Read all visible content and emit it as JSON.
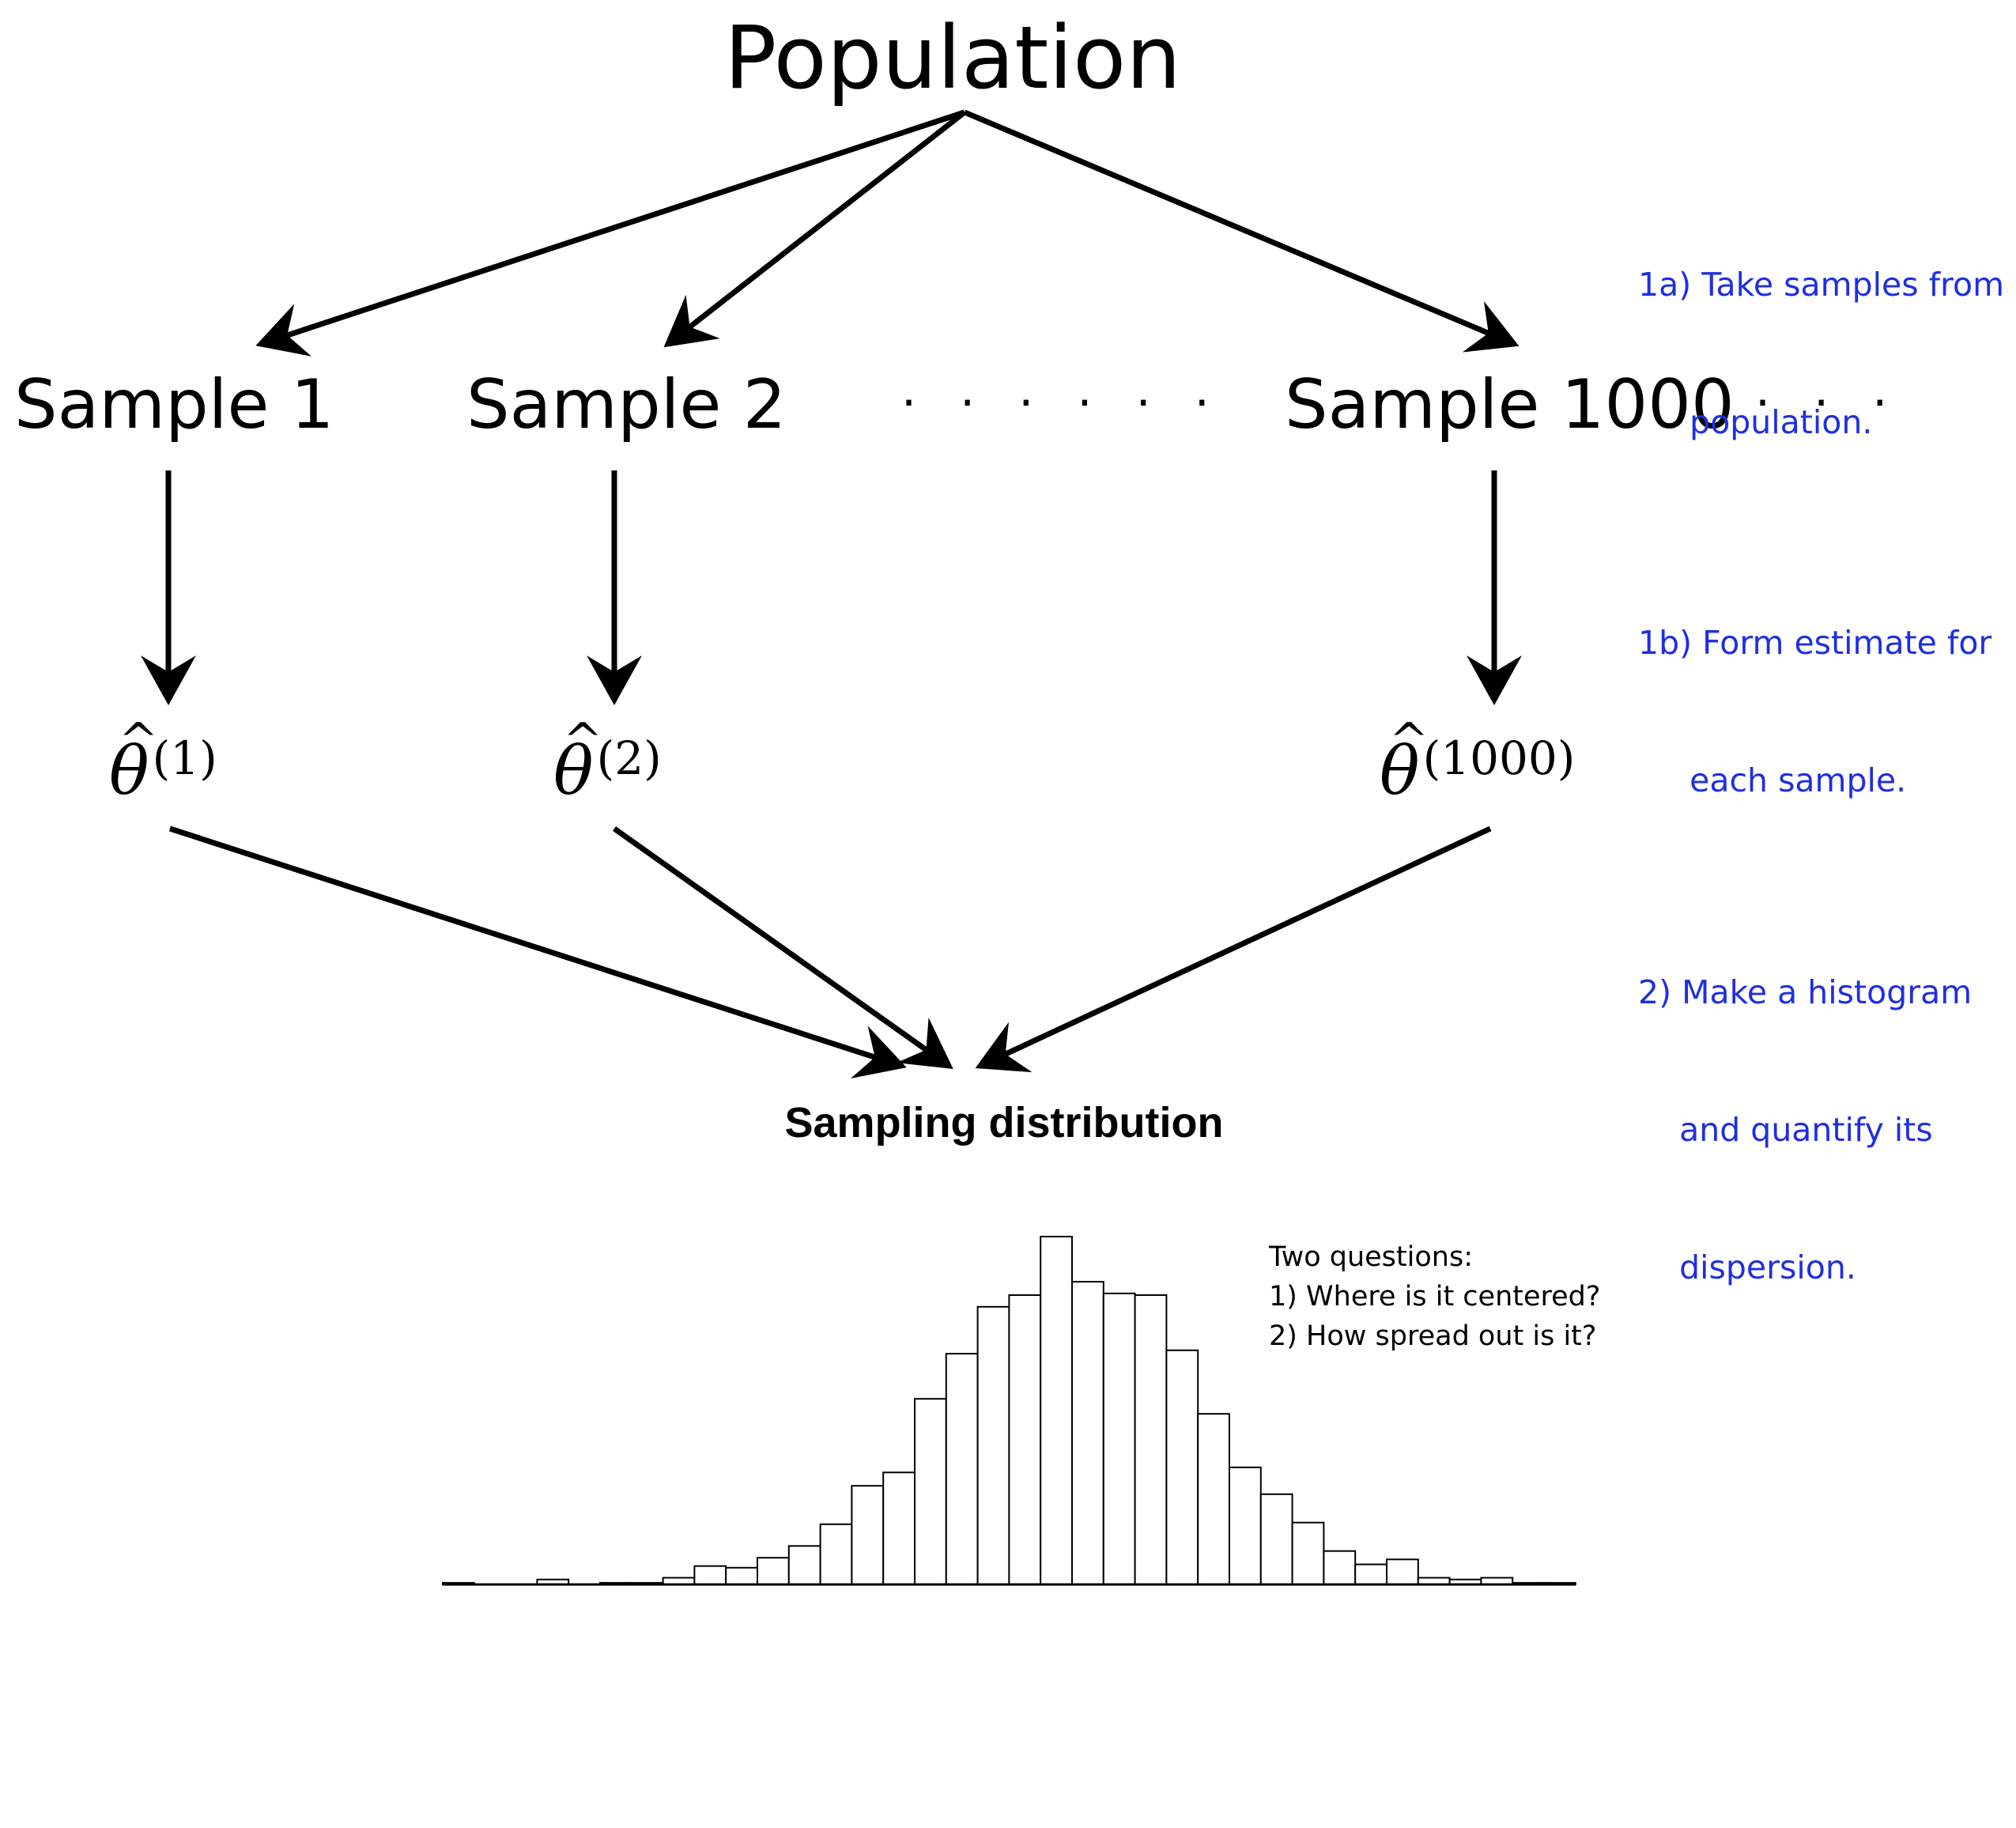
{
  "diagram": {
    "title": "Population",
    "samples": [
      "Sample 1",
      "Sample 2",
      "Sample 1000"
    ],
    "dots_middle": "· · · · · ·",
    "dots_right": "· · ·",
    "estimates": [
      {
        "symbol": "θ",
        "superscript": "(1)"
      },
      {
        "symbol": "θ",
        "superscript": "(2)"
      },
      {
        "symbol": "θ",
        "superscript": "(1000)"
      }
    ],
    "steps": {
      "step_1a_line1": "1a) Take samples from",
      "step_1a_line2": "     population.",
      "step_1b_line1": "1b) Form estimate for",
      "step_1b_line2": "     each sample.",
      "step_2_line1": "2) Make a histogram",
      "step_2_line2": "    and quantify its",
      "step_2_line3": "    dispersion."
    },
    "step_color": "#1f2fe0",
    "distribution_title": "Sampling distribution",
    "questions": {
      "heading": "Two questions:",
      "q1": "1) Where is it centered?",
      "q2": "2) How spread out is it?"
    }
  },
  "chart_data": {
    "type": "bar",
    "title": "Sampling distribution",
    "values": [
      1,
      0,
      0,
      3,
      0,
      1,
      1,
      4,
      11,
      10,
      16,
      23,
      36,
      59,
      67,
      111,
      138,
      166,
      173,
      208,
      181,
      174,
      173,
      140,
      102,
      70,
      54,
      37,
      20,
      12,
      15,
      4,
      3,
      4,
      1,
      1
    ]
  }
}
